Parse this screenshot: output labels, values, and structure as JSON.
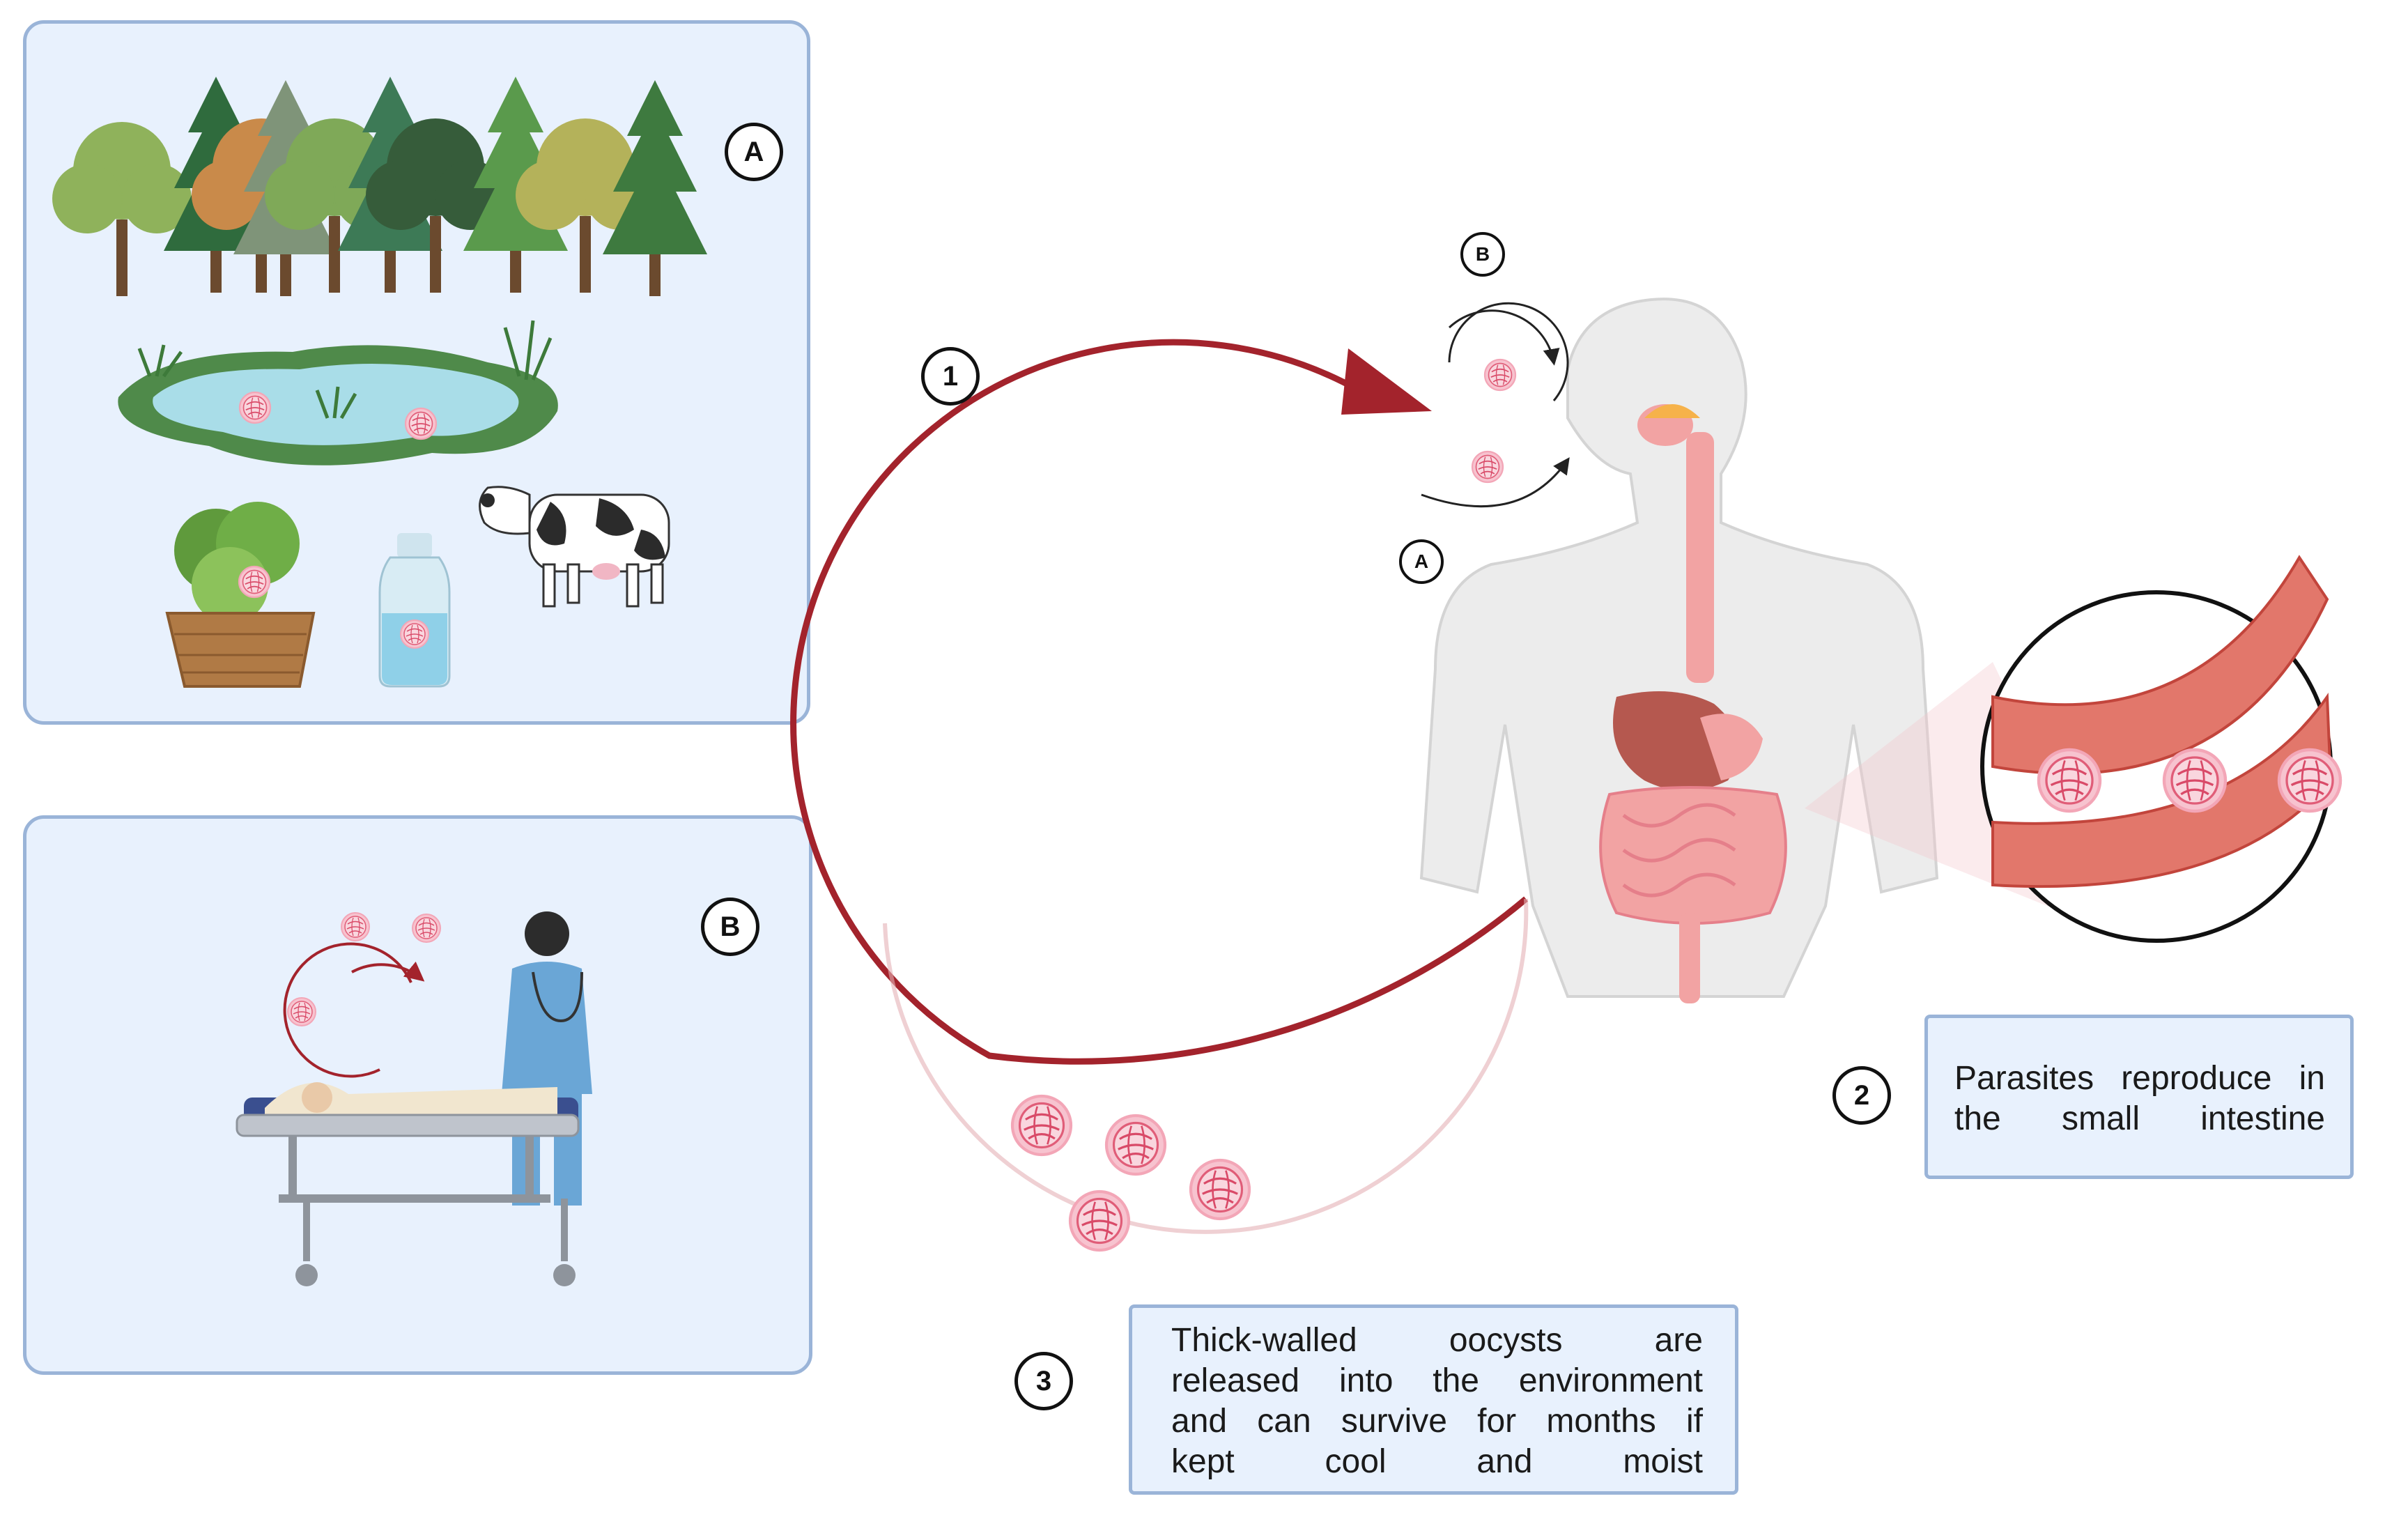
{
  "panel_a": {
    "label": "A"
  },
  "panel_b": {
    "label": "B"
  },
  "cycle": {
    "step1": "1",
    "step2": "2",
    "step3": "3",
    "route_a": "A",
    "route_b": "B"
  },
  "step2_text": [
    "Parasites reproduce in",
    "the small intestine"
  ],
  "step3_text": [
    "Thick-walled oocysts are",
    "released into the environment",
    "and can survive for months if",
    "kept cool and moist"
  ],
  "colors": {
    "panel_fill": "#e8f1fd",
    "panel_border": "#9ab4d8",
    "cycle_arrow": "#a3232c",
    "oocyst": "#f2a3b5"
  }
}
